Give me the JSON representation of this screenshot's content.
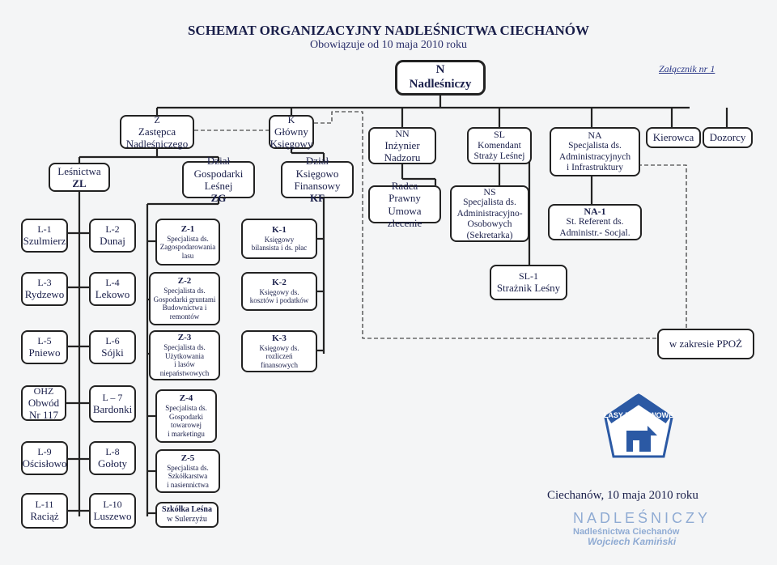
{
  "header": {
    "title": "SCHEMAT ORGANIZACYJNY NADLEŚNICTWA CIECHANÓW",
    "subtitle": "Obowiązuje od 10 maja 2010 roku",
    "annex": "Załącznik nr 1"
  },
  "boxes": {
    "N": {
      "code": "N",
      "lines": [
        "Nadleśniczy"
      ]
    },
    "Z": {
      "code": "Z",
      "lines": [
        "Zastępca",
        "Nadleśniczego"
      ]
    },
    "K": {
      "code": "K",
      "lines": [
        "Główny",
        "Księgowy"
      ]
    },
    "NN": {
      "code": "NN",
      "lines": [
        "Inżynier",
        "Nadzoru"
      ]
    },
    "SL": {
      "code": "SL",
      "lines": [
        "Komendant",
        "Straży Leśnej"
      ]
    },
    "NA": {
      "code": "NA",
      "lines": [
        "Specjalista ds.",
        "Administracyjnych",
        "i Infrastruktury"
      ]
    },
    "KIEROWCA": {
      "code": "",
      "lines": [
        "Kierowca"
      ]
    },
    "DOZORCY": {
      "code": "",
      "lines": [
        "Dozorcy"
      ]
    },
    "ZL": {
      "code": "",
      "lines": [
        "Leśnictwa",
        "ZL"
      ]
    },
    "ZG": {
      "code": "",
      "lines": [
        "Dział",
        "Gospodarki Leśnej",
        "ZG"
      ]
    },
    "KF": {
      "code": "",
      "lines": [
        "Dział Księgowo",
        "Finansowy",
        "KF"
      ]
    },
    "RADCA": {
      "code": "",
      "lines": [
        "Radca",
        "Prawny",
        "Umowa zlecenie"
      ]
    },
    "NS": {
      "code": "NS",
      "lines": [
        "Specjalista ds.",
        "Administracyjno-",
        "Osobowych",
        "(Sekretarka)"
      ]
    },
    "NA1": {
      "code": "NA-1",
      "lines": [
        "St. Referent ds.",
        "Administr.- Socjal."
      ]
    },
    "SL1": {
      "code": "SL-1",
      "lines": [
        "Strażnik Leśny"
      ]
    },
    "PPOZ": {
      "code": "",
      "lines": [
        "w zakresie PPOŻ"
      ]
    },
    "L1": {
      "code": "L-1",
      "lines": [
        "Szulmierz"
      ]
    },
    "L2": {
      "code": "L-2",
      "lines": [
        "Dunaj"
      ]
    },
    "L3": {
      "code": "L-3",
      "lines": [
        "Rydzewo"
      ]
    },
    "L4": {
      "code": "L-4",
      "lines": [
        "Lekowo"
      ]
    },
    "L5": {
      "code": "L-5",
      "lines": [
        "Pniewo"
      ]
    },
    "L6": {
      "code": "L-6",
      "lines": [
        "Sójki"
      ]
    },
    "OHZ": {
      "code": "OHZ",
      "lines": [
        "Obwód",
        "Nr 117"
      ]
    },
    "L7": {
      "code": "L – 7",
      "lines": [
        "Bardonki"
      ]
    },
    "L9": {
      "code": "L-9",
      "lines": [
        "Ościsłowo"
      ]
    },
    "L8": {
      "code": "L-8",
      "lines": [
        "Gołoty"
      ]
    },
    "L11": {
      "code": "L-11",
      "lines": [
        "Raciąż"
      ]
    },
    "L10": {
      "code": "L-10",
      "lines": [
        "Luszewo"
      ]
    },
    "Z1": {
      "code": "Z-1",
      "lines": [
        "Specjalista ds.",
        "Zagospodarowania",
        "lasu"
      ]
    },
    "Z2": {
      "code": "Z-2",
      "lines": [
        "Specjalista ds.",
        "Gospodarki gruntami",
        "Budownictwa i",
        "remontów"
      ]
    },
    "Z3": {
      "code": "Z-3",
      "lines": [
        "Specjalista ds.",
        "Użytkowania",
        "i lasów",
        "niepaństwowych"
      ]
    },
    "Z4": {
      "code": "Z-4",
      "lines": [
        "Specjalista ds.",
        "Gospodarki",
        "towarowej",
        "i marketingu"
      ]
    },
    "Z5": {
      "code": "Z-5",
      "lines": [
        "Specjalista ds.",
        "Szkółkarstwa",
        "i nasiennictwa"
      ]
    },
    "SZK": {
      "code": "Szkółka Leśna",
      "lines": [
        "w Sulerzyżu"
      ]
    },
    "K1": {
      "code": "K-1",
      "lines": [
        "Księgowy",
        "bilansista i ds. płac"
      ]
    },
    "K2": {
      "code": "K-2",
      "lines": [
        "Księgowy ds.",
        "kosztów i podatków"
      ]
    },
    "K3": {
      "code": "K-3",
      "lines": [
        "Księgowy ds.",
        "rozliczeń",
        "finansowych"
      ]
    }
  },
  "logo": {
    "text": "LASY PAŃSTWOWE"
  },
  "footer": {
    "place_date": "Ciechanów, 10 maja 2010 roku",
    "stamp": [
      "NADLEŚNICZY",
      "Nadleśnictwa Ciechanów",
      "Wojciech Kamiński"
    ]
  },
  "colors": {
    "line": "#222222",
    "stamp": "#3e6fb8",
    "logo": "#2b59a4"
  }
}
